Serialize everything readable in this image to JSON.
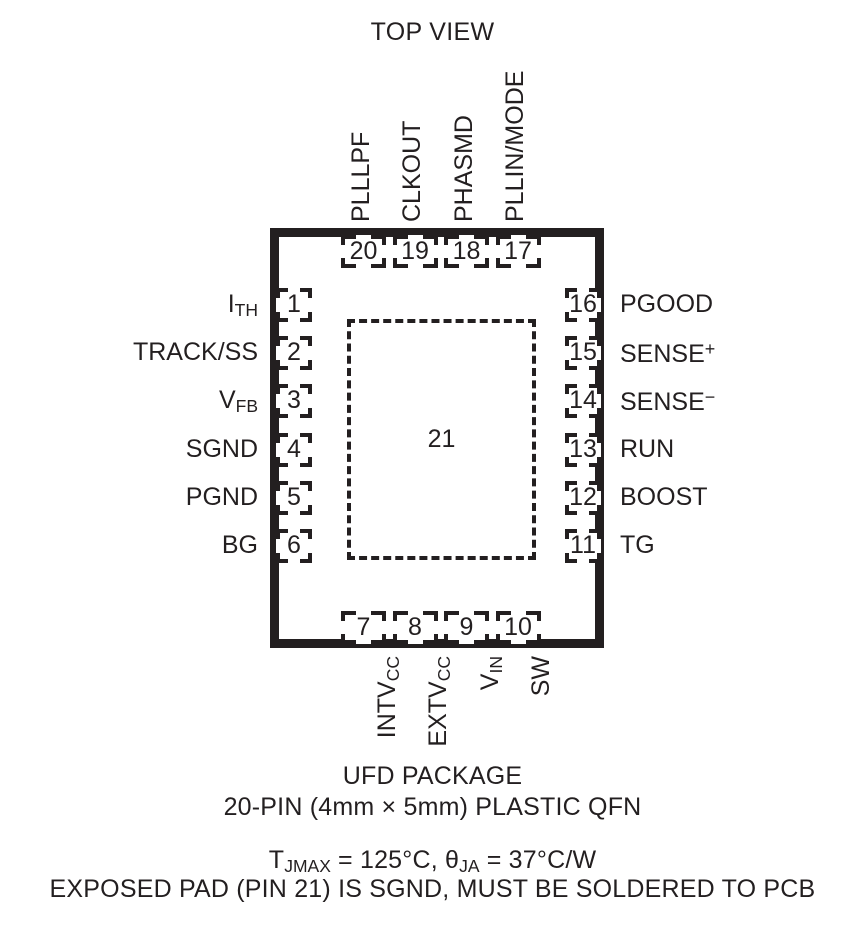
{
  "diagram": {
    "view_title": "TOP VIEW",
    "exposed_pad_number": "21",
    "package_name": "UFD PACKAGE",
    "package_description": "20-PIN (4mm × 5mm) PLASTIC QFN",
    "thermal_line_plain": "TJMAX = 125°C, θJA = 37°C/W",
    "thermal": {
      "tj_symbol": "T",
      "tj_sub": "JMAX",
      "tj_value": " = 125°C, ",
      "theta_symbol": "θ",
      "theta_sub": "JA",
      "theta_value": " = 37°C/W"
    },
    "exposed_pad_note": "EXPOSED PAD (PIN 21) IS SGND, MUST BE SOLDERED TO PCB",
    "colors": {
      "ink": "#231f20",
      "background": "#ffffff"
    },
    "pins": {
      "left": [
        {
          "number": "1",
          "name": "ITH",
          "base": "I",
          "sub": "TH",
          "sup": ""
        },
        {
          "number": "2",
          "name": "TRACK/SS",
          "base": "TRACK/SS",
          "sub": "",
          "sup": ""
        },
        {
          "number": "3",
          "name": "VFB",
          "base": "V",
          "sub": "FB",
          "sup": ""
        },
        {
          "number": "4",
          "name": "SGND",
          "base": "SGND",
          "sub": "",
          "sup": ""
        },
        {
          "number": "5",
          "name": "PGND",
          "base": "PGND",
          "sub": "",
          "sup": ""
        },
        {
          "number": "6",
          "name": "BG",
          "base": "BG",
          "sub": "",
          "sup": ""
        }
      ],
      "bottom": [
        {
          "number": "7",
          "name": "INTVCC",
          "base": "INTV",
          "sub": "CC",
          "sup": ""
        },
        {
          "number": "8",
          "name": "EXTVCC",
          "base": "EXTV",
          "sub": "CC",
          "sup": ""
        },
        {
          "number": "9",
          "name": "VIN",
          "base": "V",
          "sub": "IN",
          "sup": ""
        },
        {
          "number": "10",
          "name": "SW",
          "base": "SW",
          "sub": "",
          "sup": ""
        }
      ],
      "right": [
        {
          "number": "11",
          "name": "TG",
          "base": "TG",
          "sub": "",
          "sup": ""
        },
        {
          "number": "12",
          "name": "BOOST",
          "base": "BOOST",
          "sub": "",
          "sup": ""
        },
        {
          "number": "13",
          "name": "RUN",
          "base": "RUN",
          "sub": "",
          "sup": ""
        },
        {
          "number": "14",
          "name": "SENSE-",
          "base": "SENSE",
          "sub": "",
          "sup": "−"
        },
        {
          "number": "15",
          "name": "SENSE+",
          "base": "SENSE",
          "sub": "",
          "sup": "+"
        },
        {
          "number": "16",
          "name": "PGOOD",
          "base": "PGOOD",
          "sub": "",
          "sup": ""
        }
      ],
      "top": [
        {
          "number": "17",
          "name": "PLLIN/MODE",
          "base": "PLLIN/MODE",
          "sub": "",
          "sup": ""
        },
        {
          "number": "18",
          "name": "PHASMD",
          "base": "PHASMD",
          "sub": "",
          "sup": ""
        },
        {
          "number": "19",
          "name": "CLKOUT",
          "base": "CLKOUT",
          "sub": "",
          "sup": ""
        },
        {
          "number": "20",
          "name": "PLLLPF",
          "base": "PLLLPF",
          "sub": "",
          "sup": ""
        }
      ]
    }
  }
}
